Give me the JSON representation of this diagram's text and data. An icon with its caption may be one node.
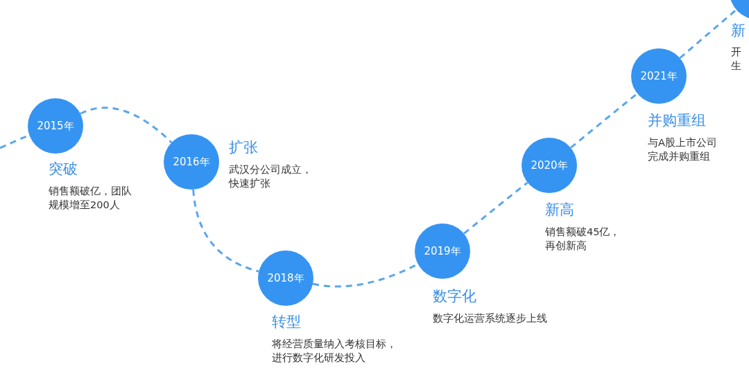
{
  "diagram": {
    "nodes": [
      {
        "text": [
          "2015年"
        ],
        "beside": [
          "突破",
          "销售额破亿，团队规模增至200人"
        ]
      },
      {
        "text": [
          "2016年"
        ],
        "beside": [
          "扩张",
          "武汉分公司成立，快速扩张"
        ]
      },
      {
        "text": [
          "2018年"
        ],
        "beside": [
          "转型",
          "将经营质量纳入考核目标，进行数字化研发投入"
        ]
      },
      {
        "text": [
          "2019年"
        ],
        "beside": [
          "数字化",
          "数字化运营系统逐步上线"
        ]
      },
      {
        "text": [
          "2020年"
        ],
        "beside": [
          "新高",
          "销售额破45亿，再创新高"
        ]
      },
      {
        "text": [
          "2021年"
        ],
        "beside": [
          "并购重组",
          "与A股上市公司完成并购重组"
        ]
      },
      {
        "text": [],
        "shape": "circle",
        "beside": [
          "新",
          "开生"
        ]
      }
    ],
    "edges": [
      {
        "from": null,
        "to": 0,
        "arrow": "none",
        "style": "dashed"
      },
      {
        "from": 0,
        "to": 1,
        "arrow": "none",
        "style": "dashed"
      },
      {
        "from": 1,
        "to": 2,
        "arrow": "none",
        "style": "dashed"
      },
      {
        "from": 2,
        "to": 3,
        "arrow": "none",
        "style": "dashed"
      },
      {
        "from": 3,
        "to": 4,
        "arrow": "none",
        "style": "dashed"
      },
      {
        "from": 4,
        "to": 5,
        "arrow": "none",
        "style": "dashed"
      },
      {
        "from": 5,
        "to": 6,
        "arrow": "none",
        "style": "dashed"
      }
    ]
  }
}
